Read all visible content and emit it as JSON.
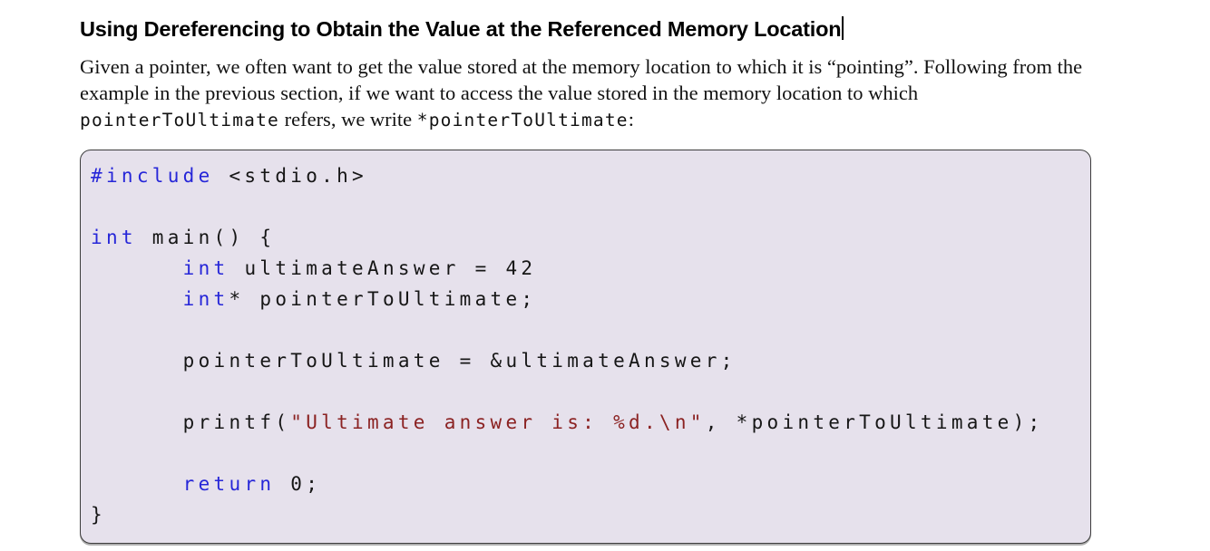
{
  "page": {
    "background": "#ffffff"
  },
  "heading": {
    "text": "Using Dereferencing to Obtain the Value at the Referenced Memory Location",
    "cursor_visible": true
  },
  "paragraph": {
    "segments": [
      {
        "style": "serif",
        "text": "Given a pointer, we often want to get the value stored at the memory location to which it is “pointing”. Following from the example in the previous section, if we want to access the value stored in the memory location to which "
      },
      {
        "style": "mono",
        "text": "pointerToUltimate"
      },
      {
        "style": "serif",
        "text": " refers, we write "
      },
      {
        "style": "mono",
        "text": "*pointerToUltimate"
      },
      {
        "style": "serif",
        "text": ":"
      }
    ]
  },
  "code_block": {
    "language": "c",
    "background": "#e6e1ec",
    "border_color": "#3c3c3c",
    "colors": {
      "keyword": "#2626d8",
      "string": "#8b2222",
      "plain": "#161616"
    },
    "lines": [
      {
        "tokens": [
          {
            "c": "keyword",
            "t": "#include"
          },
          {
            "c": "plain",
            "t": " <stdio.h>"
          }
        ]
      },
      {
        "tokens": []
      },
      {
        "tokens": [
          {
            "c": "keyword",
            "t": "int"
          },
          {
            "c": "plain",
            "t": " main() {"
          }
        ]
      },
      {
        "tokens": [
          {
            "c": "plain",
            "t": "      "
          },
          {
            "c": "keyword",
            "t": "int"
          },
          {
            "c": "plain",
            "t": " ultimateAnswer = 42"
          }
        ]
      },
      {
        "tokens": [
          {
            "c": "plain",
            "t": "      "
          },
          {
            "c": "keyword",
            "t": "int"
          },
          {
            "c": "plain",
            "t": "* pointerToUltimate;"
          }
        ]
      },
      {
        "tokens": []
      },
      {
        "tokens": [
          {
            "c": "plain",
            "t": "      pointerToUltimate = &ultimateAnswer;"
          }
        ]
      },
      {
        "tokens": []
      },
      {
        "tokens": [
          {
            "c": "plain",
            "t": "      printf("
          },
          {
            "c": "string",
            "t": "\"Ultimate answer is: %d.\\n\""
          },
          {
            "c": "plain",
            "t": ", *pointerToUltimate);"
          }
        ]
      },
      {
        "tokens": []
      },
      {
        "tokens": [
          {
            "c": "plain",
            "t": "      "
          },
          {
            "c": "keyword",
            "t": "return"
          },
          {
            "c": "plain",
            "t": " 0;"
          }
        ]
      },
      {
        "tokens": [
          {
            "c": "plain",
            "t": "}"
          }
        ]
      }
    ]
  }
}
